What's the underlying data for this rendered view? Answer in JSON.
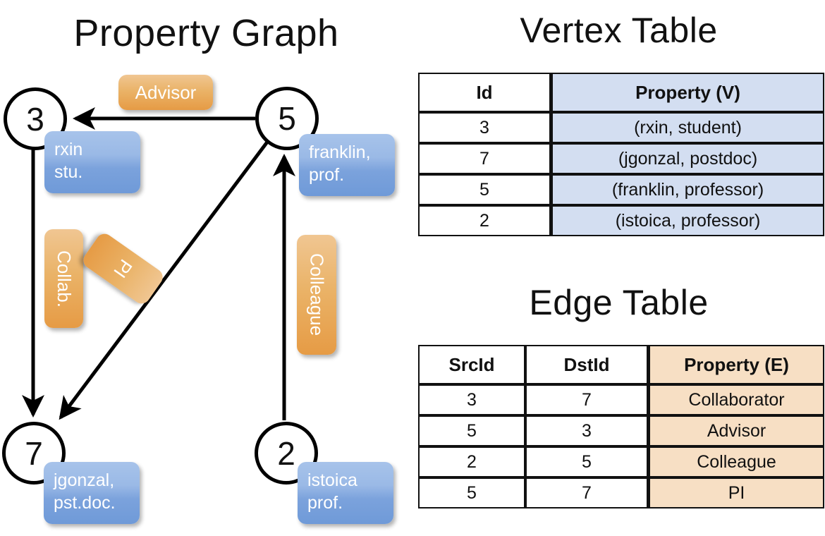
{
  "titles": {
    "graph": "Property Graph",
    "vertex_table": "Vertex Table",
    "edge_table": "Edge Table"
  },
  "graph": {
    "nodes": [
      {
        "id": "3",
        "property": "rxin\nstu."
      },
      {
        "id": "5",
        "property": "franklin,\nprof."
      },
      {
        "id": "7",
        "property": "jgonzal,\npst.doc."
      },
      {
        "id": "2",
        "property": "istoica\nprof."
      }
    ],
    "node_labels": {
      "n3": "3",
      "n5": "5",
      "n7": "7",
      "n2": "2"
    },
    "property_boxes": {
      "rxin_line1": "rxin",
      "rxin_line2": "stu.",
      "franklin_line1": "franklin,",
      "franklin_line2": "prof.",
      "jgonzal_line1": "jgonzal,",
      "jgonzal_line2": "pst.doc.",
      "istoica_line1": "istoica",
      "istoica_line2": "prof."
    },
    "edge_labels": {
      "advisor": "Advisor",
      "collab": "Collab.",
      "pi": "PI",
      "colleague": "Colleague"
    },
    "edges": [
      {
        "from": "5",
        "to": "3",
        "label": "Advisor"
      },
      {
        "from": "3",
        "to": "7",
        "label": "Collab."
      },
      {
        "from": "5",
        "to": "7",
        "label": "PI"
      },
      {
        "from": "2",
        "to": "5",
        "label": "Colleague"
      }
    ]
  },
  "vertex_table": {
    "headers": {
      "id": "Id",
      "property": "Property (V)"
    },
    "rows": [
      {
        "id": "3",
        "property": "(rxin, student)"
      },
      {
        "id": "7",
        "property": "(jgonzal, postdoc)"
      },
      {
        "id": "5",
        "property": "(franklin, professor)"
      },
      {
        "id": "2",
        "property": "(istoica, professor)"
      }
    ]
  },
  "edge_table": {
    "headers": {
      "src": "SrcId",
      "dst": "DstId",
      "property": "Property (E)"
    },
    "rows": [
      {
        "src": "3",
        "dst": "7",
        "property": "Collaborator"
      },
      {
        "src": "5",
        "dst": "3",
        "property": "Advisor"
      },
      {
        "src": "2",
        "dst": "5",
        "property": "Colleague"
      },
      {
        "src": "5",
        "dst": "7",
        "property": "PI"
      }
    ]
  },
  "colors": {
    "vertex_property_fill": "#d3def1",
    "edge_property_fill": "#f7dfc4",
    "node_property_box": "#7ba2dc",
    "edge_label_box": "#e69b45",
    "border": "#111111"
  }
}
